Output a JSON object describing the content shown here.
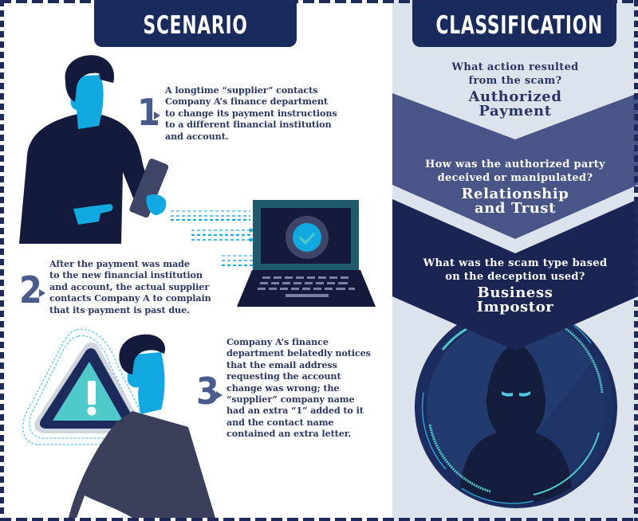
{
  "scenario": {
    "header": "SCENARIO",
    "steps": [
      {
        "number": "1",
        "lines": [
          "A longtime “supplier” contacts",
          "Company A’s finance department",
          "to change its payment instructions",
          "to a different financial institution",
          "and account."
        ]
      },
      {
        "number": "2",
        "lines": [
          "After the payment was made",
          "to the new financial institution",
          "and account, the actual supplier",
          "contacts Company A to complain",
          "that its payment is past due."
        ]
      },
      {
        "number": "3",
        "lines": [
          "Company A’s finance",
          "department belatedly notices",
          "that the email address",
          "requesting the account",
          "change was wrong; the",
          "“supplier” company name",
          "had an extra “1” added to it",
          "and the contact name",
          "contained an extra letter."
        ]
      }
    ]
  },
  "classification": {
    "header": "CLASSIFICATION",
    "items": [
      {
        "question_lines": [
          "What action resulted",
          "from the scam?"
        ],
        "answer_lines": [
          "Authorized",
          "Payment"
        ]
      },
      {
        "question_lines": [
          "How was the authorized party",
          "deceived or manipulated?"
        ],
        "answer_lines": [
          "Relationship",
          "and Trust"
        ]
      },
      {
        "question_lines": [
          "What was the scam type based",
          "on the deception used?"
        ],
        "answer_lines": [
          "Business",
          "Impostor"
        ]
      }
    ]
  },
  "colors": {
    "navy": "#1b2a5c",
    "panel_light": "#dde3ec",
    "chevron_mid": "#4a5587",
    "chevron_dark": "#1b2554",
    "skin_blue": "#12a9e0",
    "accent_teal": "#4fc9c9",
    "text_dark": "#2c3762"
  }
}
